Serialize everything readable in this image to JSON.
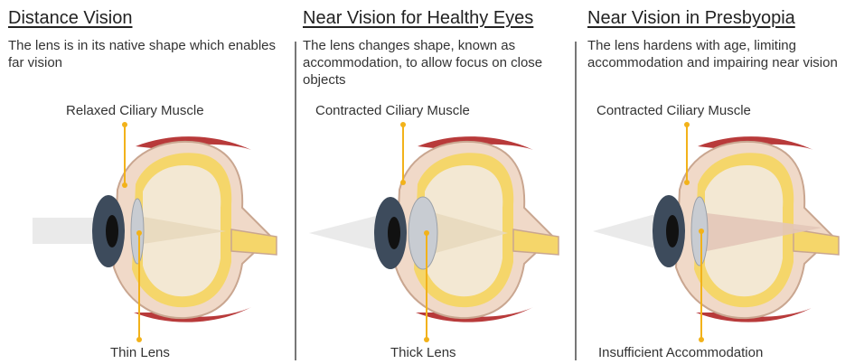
{
  "panels": [
    {
      "title": "Distance Vision",
      "description": "The lens is in its native shape which enables far vision",
      "top_label": "Relaxed Ciliary Muscle",
      "bottom_label": "Thin Lens"
    },
    {
      "title": "Near Vision for Healthy Eyes",
      "description": "The lens changes shape, known as accommodation, to allow focus on close objects",
      "top_label": "Contracted Ciliary Muscle",
      "bottom_label": "Thick Lens"
    },
    {
      "title": "Near Vision in Presbyopia",
      "description": "The lens hardens with age, limiting accommodation and impairing near vision",
      "top_label": "Contracted Ciliary Muscle",
      "bottom_label": "Insufficient Accommodation"
    }
  ],
  "colors": {
    "callout_line": "#f2b21a",
    "sclera": "#f0d9c8",
    "muscle": "#b83a3a",
    "fat": "#f5d66a",
    "vitreous": "#f3e8d3",
    "iris": "#3d4b5c",
    "lens": "#c8ccd2",
    "divider": "#777777"
  }
}
